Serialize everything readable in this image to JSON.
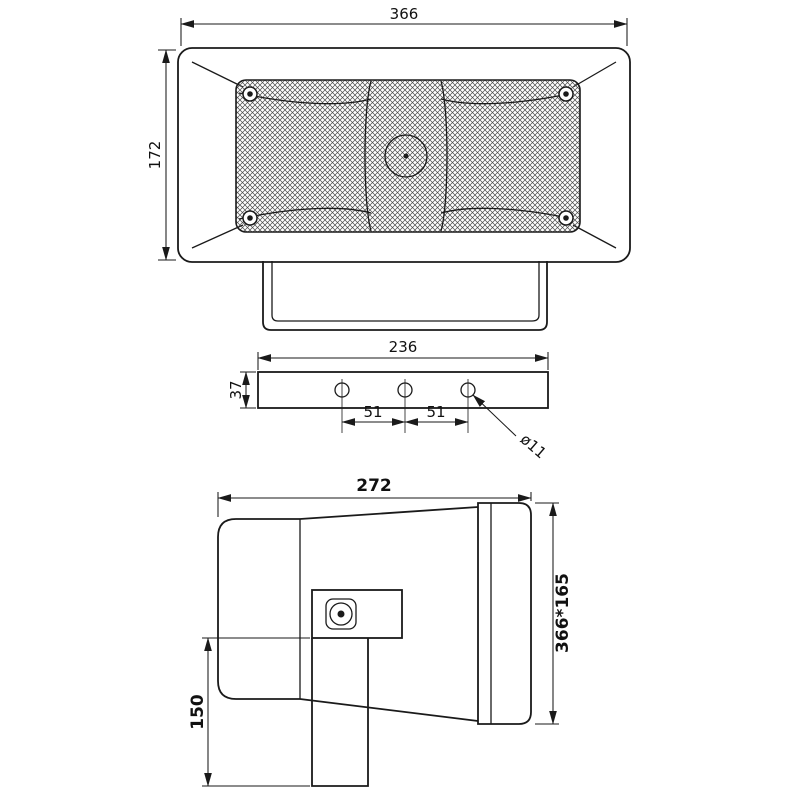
{
  "drawing": {
    "background": "#ffffff",
    "line_color": "#1a1a1a",
    "front_view": {
      "width": "366",
      "height": "172"
    },
    "bracket_view": {
      "length": "236",
      "height": "37",
      "hole_pitch_left": "51",
      "hole_pitch_right": "51",
      "hole_diameter": "ø11"
    },
    "side_view": {
      "depth": "272",
      "face_dimensions": "366*165",
      "bracket_drop": "150"
    }
  }
}
